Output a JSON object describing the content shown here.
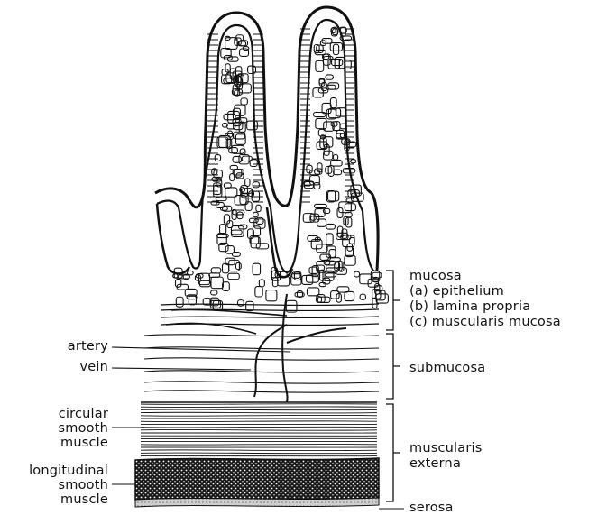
{
  "colors": {
    "ink": "#111111",
    "paper": "#ffffff",
    "muscle_dark": "#1a1a1a"
  },
  "labels": {
    "left": {
      "artery": "artery",
      "vein": "vein",
      "circular_smooth_muscle": [
        "circular",
        "smooth",
        "muscle"
      ],
      "longitudinal_smooth_muscle": [
        "longitudinal",
        "smooth",
        "muscle"
      ]
    },
    "right": {
      "mucosa": "mucosa",
      "epithelium": "(a) epithelium",
      "lamina_propria": "(b) lamina propria",
      "muscularis_mucosa": "(c) muscularis mucosa",
      "submucosa": "submucosa",
      "muscularis_externa": [
        "muscularis",
        "externa"
      ],
      "serosa": "serosa"
    }
  }
}
